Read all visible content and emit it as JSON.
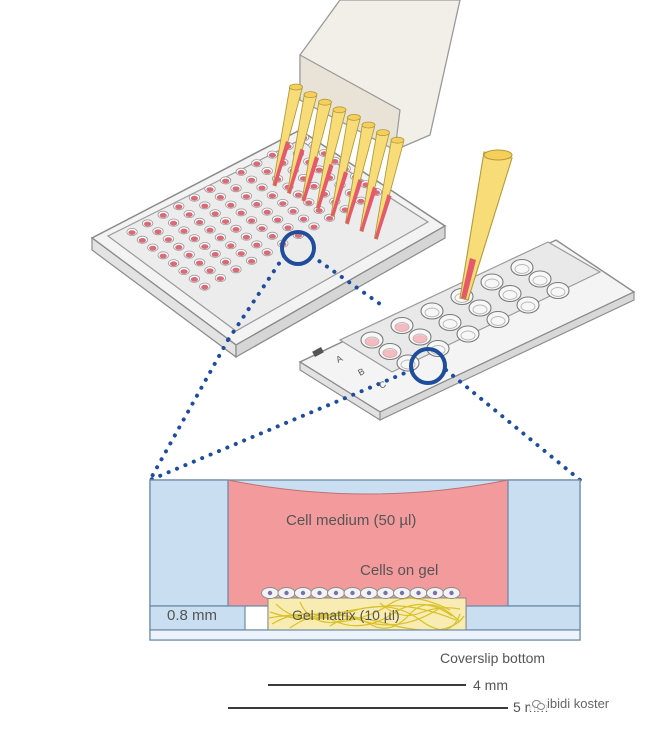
{
  "labels": {
    "cell_medium": "Cell medium (50 µl)",
    "cells_on_gel": "Cells on gel",
    "gel_matrix": "Gel matrix (10 µl)",
    "wall_height": "0.8 mm",
    "coverslip_bottom": "Coverslip bottom",
    "scale_4mm": "4 mm",
    "scale_5mm": "5 mm"
  },
  "watermark": {
    "text": "ibidi koster"
  },
  "colors": {
    "medium": "#f29a9c",
    "wall": "#c7def0",
    "gel": "#f7e8a8",
    "tip": "#f5cf5a",
    "highlight_circle": "#1d4d9b",
    "dotted_line": "#1d4d9b",
    "well_red": "#d96a78"
  }
}
